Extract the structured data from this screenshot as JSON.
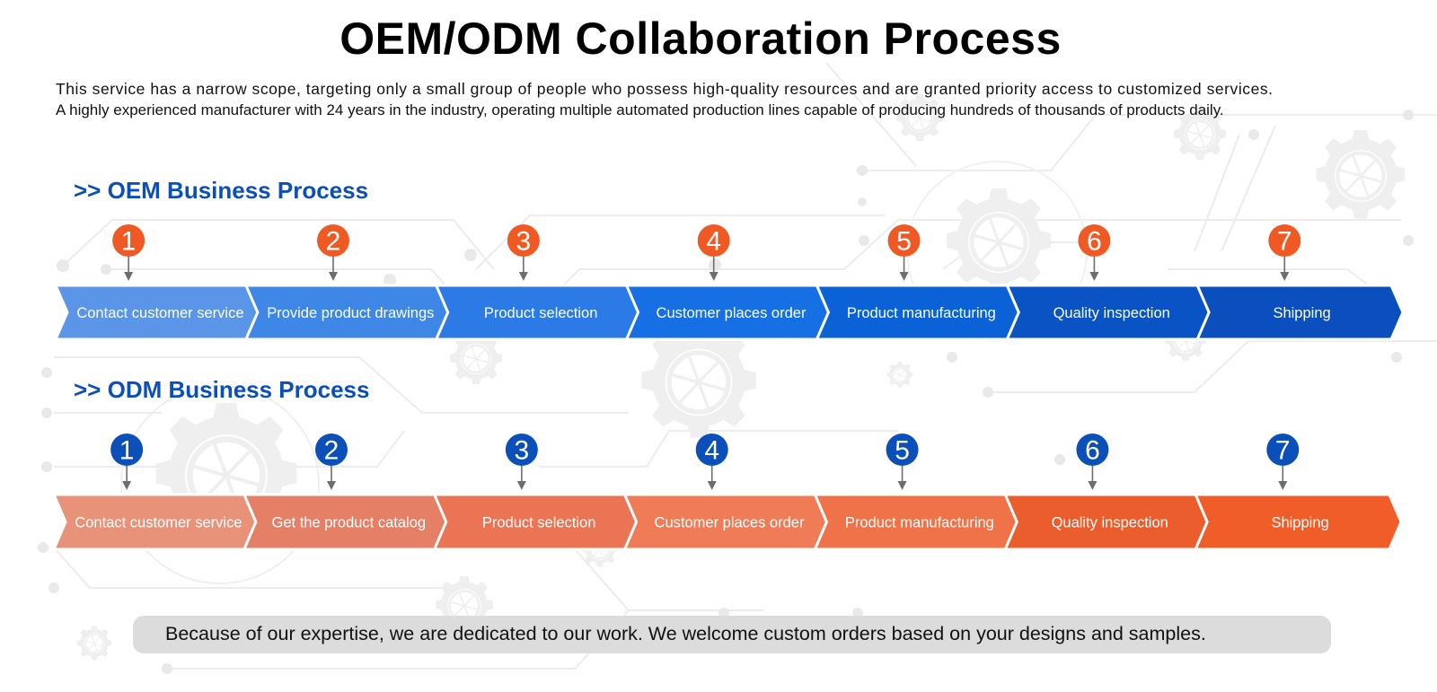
{
  "title": "OEM/ODM Collaboration Process",
  "intro": [
    "This service has a narrow scope, targeting only a small group of people who possess high-quality resources and are granted priority access to customized services.",
    "A highly experienced manufacturer with 24 years in the industry, operating multiple automated production lines capable of producing hundreds of thousands of products daily."
  ],
  "colors": {
    "section_title": "#0b4fb8",
    "oem_badge": "#ef5a24",
    "odm_badge": "#0b4fb8",
    "arrow_connector": "#6e6e6e",
    "footer_bg": "#dcdcdc",
    "oem_step_fills": [
      "#5a95e8",
      "#3f87e6",
      "#2b7ae6",
      "#166fe3",
      "#0b62d6",
      "#0953c4",
      "#0a4fbd"
    ],
    "odm_step_fills": [
      "#e8927a",
      "#e57f66",
      "#ea7453",
      "#ef7c57",
      "#ef7249",
      "#ec5d2e",
      "#f05d29"
    ]
  },
  "oem": {
    "heading": ">> OEM Business Process",
    "steps": [
      {
        "number": "1",
        "label": "Contact customer service"
      },
      {
        "number": "2",
        "label": "Provide product drawings"
      },
      {
        "number": "3",
        "label": "Product selection"
      },
      {
        "number": "4",
        "label": "Customer places order"
      },
      {
        "number": "5",
        "label": "Product manufacturing"
      },
      {
        "number": "6",
        "label": "Quality inspection"
      },
      {
        "number": "7",
        "label": "Shipping"
      }
    ]
  },
  "odm": {
    "heading": ">> ODM Business Process",
    "steps": [
      {
        "number": "1",
        "label": "Contact customer service"
      },
      {
        "number": "2",
        "label": "Get the product catalog"
      },
      {
        "number": "3",
        "label": "Product selection"
      },
      {
        "number": "4",
        "label": "Customer places order"
      },
      {
        "number": "5",
        "label": "Product manufacturing"
      },
      {
        "number": "6",
        "label": "Quality inspection"
      },
      {
        "number": "7",
        "label": "Shipping"
      }
    ]
  },
  "footer": "Because of our expertise, we are dedicated to our work. We welcome custom orders based on your designs and samples."
}
